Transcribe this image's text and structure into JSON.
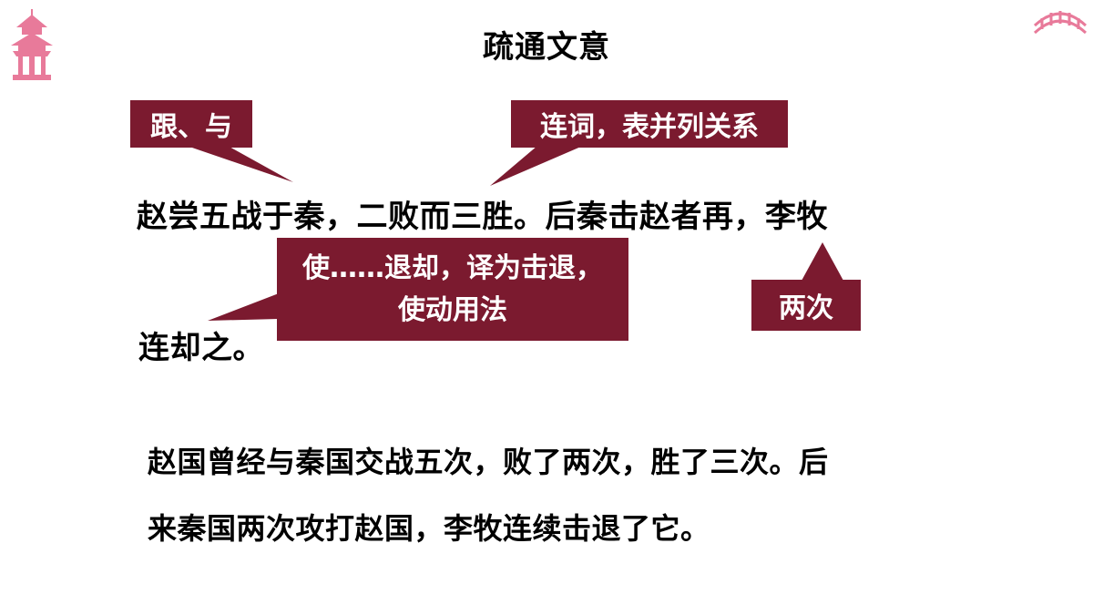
{
  "slide": {
    "title": "疏通文意",
    "source_line1": "赵尝五战于秦，二败而三胜。后秦击赵者再，李牧",
    "source_line2": "连却之。",
    "translation_line1": "赵国曾经与秦国交战五次，败了两次，胜了三次。后",
    "translation_line2": "来秦国两次攻打赵国，李牧连续击退了它。"
  },
  "notes": {
    "yu": "跟、与",
    "er": "连词，表并列关系",
    "que_line1": "使……退却，译为击退，",
    "que_line2": "使动用法",
    "zai": "两次"
  },
  "colors": {
    "note_bg": "#7b1a2f",
    "decor_pink": "#e87a9a"
  },
  "icons": {
    "left": "pagoda-icon",
    "right": "bridge-icon"
  }
}
